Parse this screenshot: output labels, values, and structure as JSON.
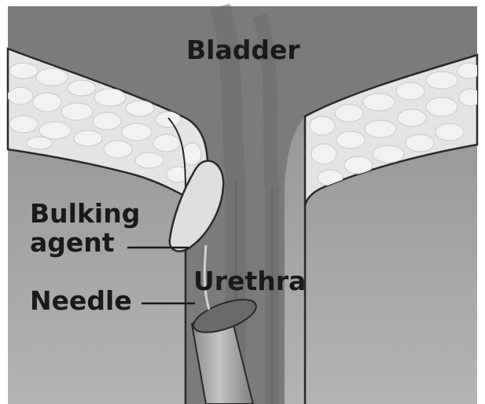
{
  "labels": {
    "bladder": "Bladder",
    "bulking_line1": "Bulking",
    "bulking_line2": "agent",
    "urethra": "Urethra",
    "needle": "Needle"
  },
  "colors": {
    "background": "#9a9a9a",
    "bladder_interior": "#7d7d7d",
    "tissue_fill": "#e6e6e6",
    "cell_fill": "#f4f4f4",
    "urethra_channel": "#6e6e6e",
    "bulking_agent": "#dcdcdc",
    "needle": "#a9a9a9",
    "text": "#1a1a1a"
  }
}
